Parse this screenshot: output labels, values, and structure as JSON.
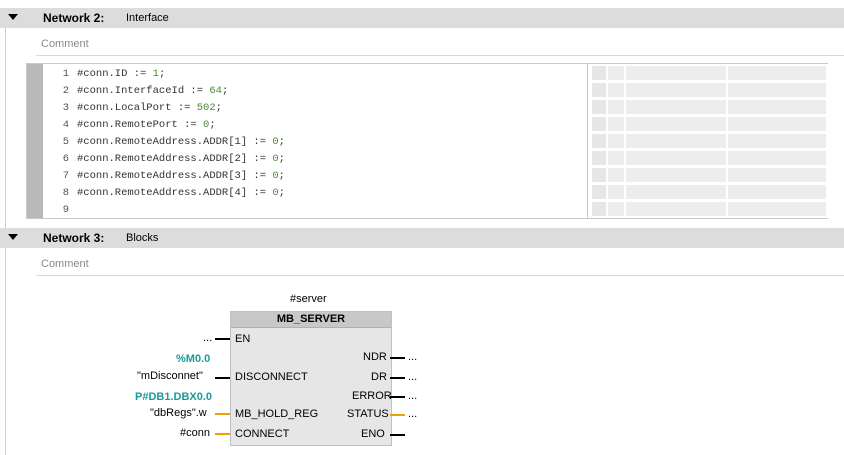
{
  "network2": {
    "title": "Network 2:",
    "name": "Interface",
    "comment_placeholder": "Comment",
    "code": [
      {
        "n": "1",
        "text": "#conn.ID := ",
        "val": "1",
        "end": ";"
      },
      {
        "n": "2",
        "text": "#conn.InterfaceId := ",
        "val": "64",
        "end": ";"
      },
      {
        "n": "3",
        "text": "#conn.LocalPort := ",
        "val": "502",
        "end": ";"
      },
      {
        "n": "4",
        "text": "#conn.RemotePort := ",
        "val": "0",
        "end": ";"
      },
      {
        "n": "5",
        "text": "#conn.RemoteAddress.ADDR[1] := ",
        "val": "0",
        "end": ";"
      },
      {
        "n": "6",
        "text": "#conn.RemoteAddress.ADDR[2] := ",
        "val": "0",
        "end": ";"
      },
      {
        "n": "7",
        "text": "#conn.RemoteAddress.ADDR[3] := ",
        "val": "0",
        "end": ";"
      },
      {
        "n": "8",
        "text": "#conn.RemoteAddress.ADDR[4] := ",
        "val": "0",
        "end": ";"
      },
      {
        "n": "9",
        "text": "",
        "val": "",
        "end": ""
      }
    ]
  },
  "network3": {
    "title": "Network 3:",
    "name": "Blocks",
    "comment_placeholder": "Comment",
    "block": {
      "instance": "#server",
      "type": "MB_SERVER",
      "inputs": {
        "en_param": "EN",
        "en_value": "...",
        "disconnect_param": "DISCONNECT",
        "disconnect_address": "%M0.0",
        "disconnect_value": "\"mDisconnet\"",
        "hold_reg_param": "MB_HOLD_REG",
        "hold_reg_address": "P#DB1.DBX0.0",
        "hold_reg_value": "\"dbRegs\".w",
        "connect_param": "CONNECT",
        "connect_value": "#conn"
      },
      "outputs": {
        "ndr": "NDR",
        "dr": "DR",
        "error": "ERROR",
        "status": "STATUS",
        "eno": "ENO",
        "placeholder": "..."
      }
    }
  },
  "colors": {
    "header_bg": "#dcdcdc",
    "block_bg": "#e6e6e6",
    "teal": "#1a9a9a",
    "orange_wire": "#f0a000"
  }
}
